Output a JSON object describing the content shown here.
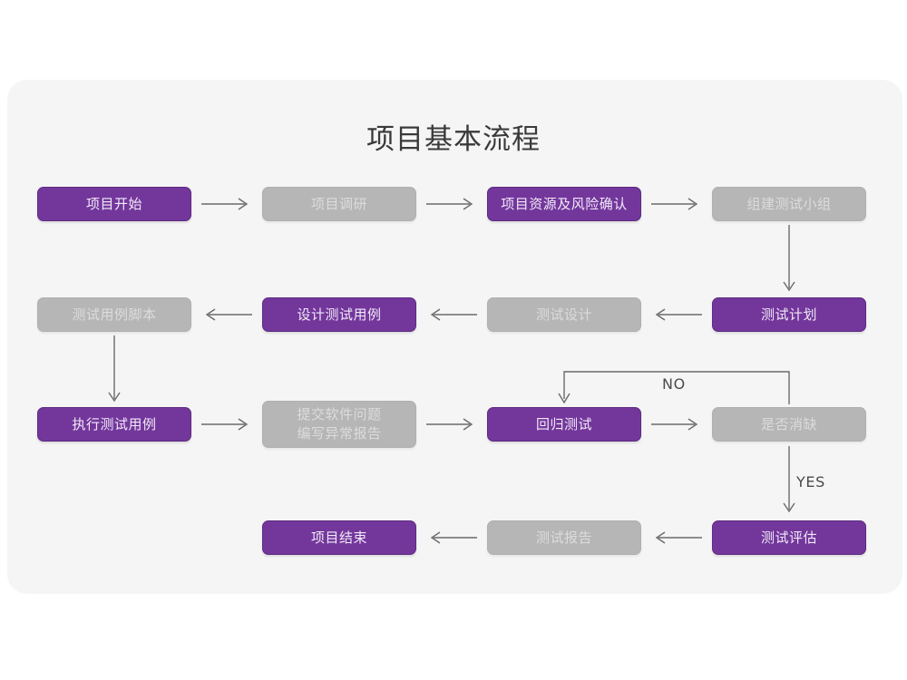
{
  "page": {
    "title": "项目基本流程",
    "card_background": "#f5f5f5",
    "page_background": "#ffffff",
    "accent_purple": "#73379c",
    "muted_gray": "#b6b6b6",
    "connector_color": "#6b6b6b"
  },
  "diagram": {
    "type": "flowchart",
    "nodes": [
      {
        "id": "n1",
        "label": "项目开始",
        "style": "purple",
        "row": 1,
        "col": 1
      },
      {
        "id": "n2",
        "label": "项目调研",
        "style": "gray",
        "row": 1,
        "col": 2
      },
      {
        "id": "n3",
        "label": "项目资源及风险确认",
        "style": "purple",
        "row": 1,
        "col": 3
      },
      {
        "id": "n4",
        "label": "组建测试小组",
        "style": "gray",
        "row": 1,
        "col": 4
      },
      {
        "id": "n5",
        "label": "测试用例脚本",
        "style": "gray",
        "row": 2,
        "col": 1
      },
      {
        "id": "n6",
        "label": "设计测试用例",
        "style": "purple",
        "row": 2,
        "col": 2
      },
      {
        "id": "n7",
        "label": "测试设计",
        "style": "gray",
        "row": 2,
        "col": 3
      },
      {
        "id": "n8",
        "label": "测试计划",
        "style": "purple",
        "row": 2,
        "col": 4
      },
      {
        "id": "n9",
        "label": "执行测试用例",
        "style": "purple",
        "row": 3,
        "col": 1
      },
      {
        "id": "n10",
        "label": "提交软件问题\n编写异常报告",
        "style": "gray",
        "row": 3,
        "col": 2
      },
      {
        "id": "n11",
        "label": "回归测试",
        "style": "purple",
        "row": 3,
        "col": 3
      },
      {
        "id": "n12",
        "label": "是否消缺",
        "style": "gray",
        "row": 3,
        "col": 4
      },
      {
        "id": "n13",
        "label": "项目结束",
        "style": "purple",
        "row": 4,
        "col": 2
      },
      {
        "id": "n14",
        "label": "测试报告",
        "style": "gray",
        "row": 4,
        "col": 3
      },
      {
        "id": "n15",
        "label": "测试评估",
        "style": "purple",
        "row": 4,
        "col": 4
      }
    ],
    "edges": [
      {
        "from": "n1",
        "to": "n2",
        "direction": "right",
        "label": ""
      },
      {
        "from": "n2",
        "to": "n3",
        "direction": "right",
        "label": ""
      },
      {
        "from": "n3",
        "to": "n4",
        "direction": "right",
        "label": ""
      },
      {
        "from": "n4",
        "to": "n8",
        "direction": "down",
        "label": ""
      },
      {
        "from": "n8",
        "to": "n7",
        "direction": "left",
        "label": ""
      },
      {
        "from": "n7",
        "to": "n6",
        "direction": "left",
        "label": ""
      },
      {
        "from": "n6",
        "to": "n5",
        "direction": "left",
        "label": ""
      },
      {
        "from": "n5",
        "to": "n9",
        "direction": "down",
        "label": ""
      },
      {
        "from": "n9",
        "to": "n10",
        "direction": "right",
        "label": ""
      },
      {
        "from": "n10",
        "to": "n11",
        "direction": "right",
        "label": ""
      },
      {
        "from": "n11",
        "to": "n12",
        "direction": "right",
        "label": ""
      },
      {
        "from": "n12",
        "to": "n11",
        "direction": "loop-up-left",
        "label": "NO"
      },
      {
        "from": "n12",
        "to": "n15",
        "direction": "down",
        "label": "YES"
      },
      {
        "from": "n15",
        "to": "n14",
        "direction": "left",
        "label": ""
      },
      {
        "from": "n14",
        "to": "n13",
        "direction": "left",
        "label": ""
      }
    ],
    "labels": {
      "no": "NO",
      "yes": "YES"
    }
  }
}
